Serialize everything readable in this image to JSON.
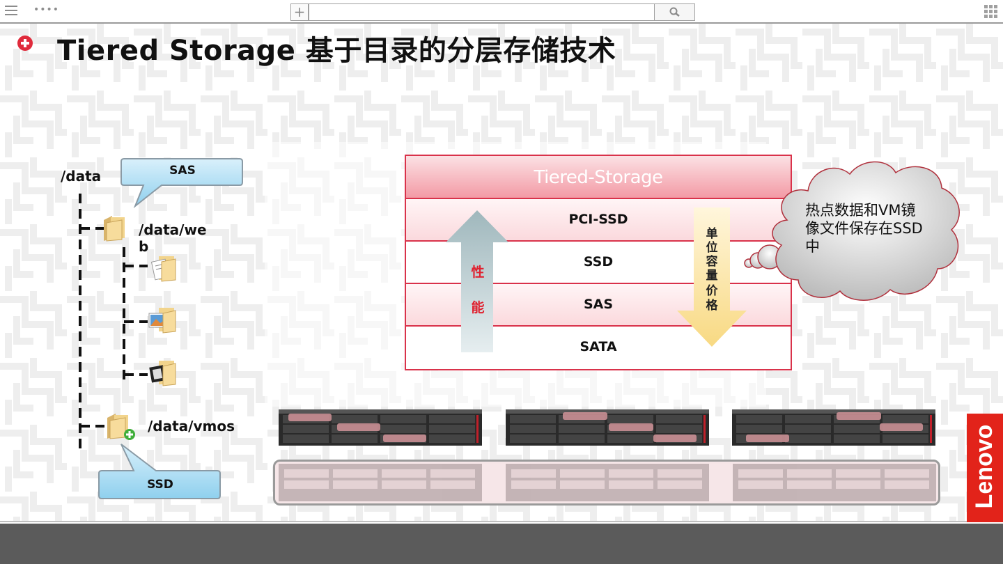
{
  "toolbar": {
    "dots": "••••",
    "search_value": ""
  },
  "slide": {
    "title": "Tiered Storage  基于目录的分层存储技术",
    "tree": {
      "root": "/data",
      "web_dir_line1": "/data/we",
      "web_dir_line2": "b",
      "vmos_dir": "/data/vmos",
      "callout_top": "SAS",
      "callout_bottom": "SSD"
    },
    "tiered": {
      "header": "Tiered-Storage",
      "rows": [
        "PCI-SSD",
        "SSD",
        "SAS",
        "SATA"
      ],
      "left_arrow_label": [
        "性",
        "能"
      ],
      "right_arrow_label": [
        "单",
        "位",
        "容",
        "量",
        "价",
        "格"
      ]
    },
    "cloud_text": "热点数据和VM镜像文件保存在SSD中",
    "brand": "Lenovo"
  },
  "colors": {
    "accent_red": "#d9324a",
    "brand_red": "#e2231a",
    "footer": "#5b5b5b"
  }
}
